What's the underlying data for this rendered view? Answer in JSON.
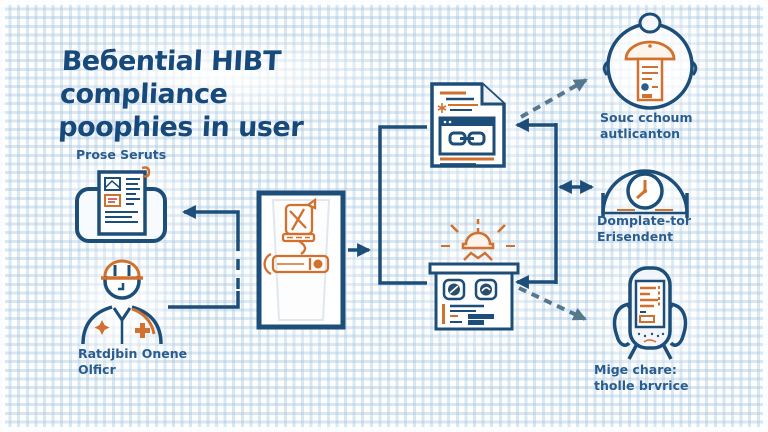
{
  "title": {
    "line1": "Beбential HIBT compliance",
    "line2": "poophies in user"
  },
  "nodes": {
    "process_screens": {
      "label": "Prose Seruts",
      "icon": "tablet-report-icon"
    },
    "compliance_officer": {
      "label_line1": "Ratdjbin Onene",
      "label_line2": "Olficr",
      "icon": "compliance-officer-icon"
    },
    "door_scanner": {
      "icon": "door-scanner-icon"
    },
    "policy_document": {
      "icon": "policy-document-icon"
    },
    "alert_panel": {
      "icon": "alert-panel-icon"
    },
    "account_auth": {
      "label_line1": "Souc cchoum",
      "label_line2": "autlicanton",
      "icon": "account-auth-icon"
    },
    "completion_gauge": {
      "label_line1": "Domplate-tor",
      "label_line2": "Erisendent",
      "icon": "gauge-clock-icon"
    },
    "mobile_device": {
      "label_line1": "Mige chare:",
      "label_line2": "tholle brvrice",
      "icon": "handheld-device-icon"
    }
  },
  "diagram": {
    "edges": [
      {
        "from": "compliance_officer",
        "to": "process_screens",
        "style": "solid-elbow-arrow-with-dashed-middle"
      },
      {
        "from": "door_scanner",
        "to": "middle_branch",
        "style": "solid-arrow"
      },
      {
        "from": "middle_branch",
        "to": "policy_document",
        "style": "solid-elbow"
      },
      {
        "from": "middle_branch",
        "to": "alert_panel",
        "style": "solid-elbow"
      },
      {
        "from": "right_rail",
        "to": "policy_document",
        "style": "solid-arrow"
      },
      {
        "from": "right_rail",
        "to": "alert_panel",
        "style": "solid-arrow"
      },
      {
        "from": "right_rail",
        "to": "completion_gauge",
        "style": "double-headed-arrow"
      },
      {
        "from": "policy_document",
        "to": "account_auth",
        "style": "dashed-diagonal-arrow"
      },
      {
        "from": "alert_panel",
        "to": "mobile_device",
        "style": "dashed-diagonal-arrow"
      }
    ]
  },
  "colors": {
    "navy": "#1d4e79",
    "orange": "#d2712e",
    "label_text": "#2a5d8f",
    "title_text": "#17497b",
    "dashed_connector": "#5b7e9c",
    "grid_line": "#bcd2e4",
    "background": "#fdfefe"
  }
}
